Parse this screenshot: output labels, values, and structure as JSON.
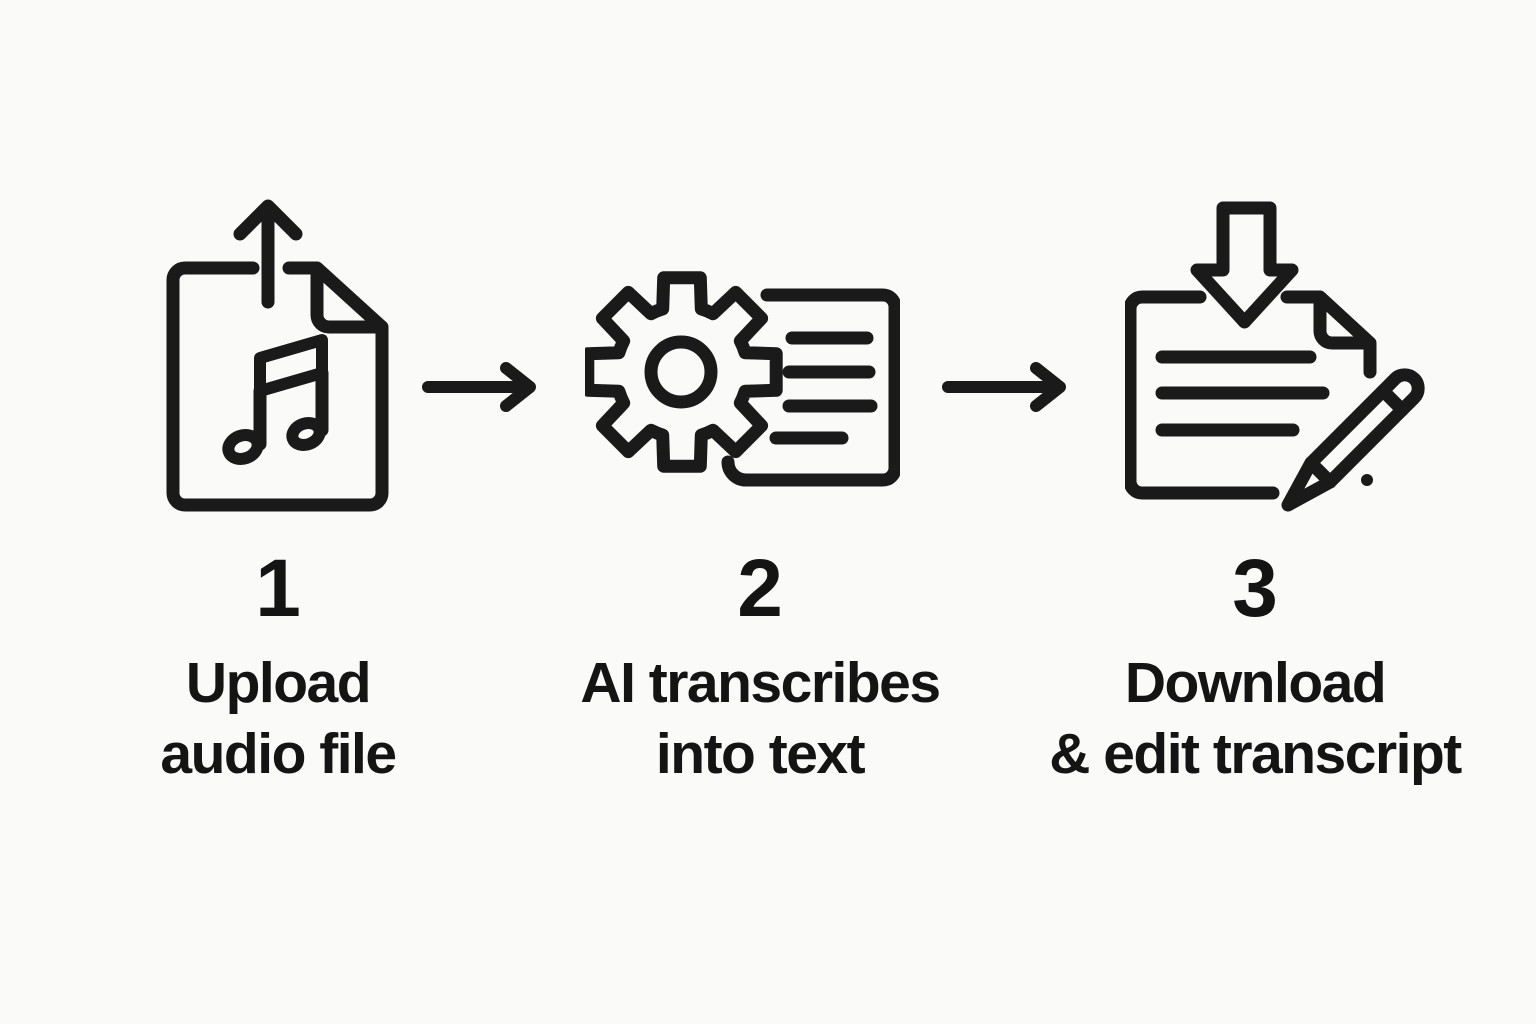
{
  "diagram_title": "",
  "colors": {
    "background": "#fafaf8",
    "ink": "#1a1a1a",
    "text": "#141414"
  },
  "steps": [
    {
      "number": "1",
      "icon": "upload-audio-file-icon",
      "label_line1": "Upload",
      "label_line2": "audio file"
    },
    {
      "number": "2",
      "icon": "ai-gear-document-icon",
      "label_line1": "AI transcribes",
      "label_line2": "into text"
    },
    {
      "number": "3",
      "icon": "download-edit-transcript-icon",
      "label_line1": "Download",
      "label_line2": "& edit transcript"
    }
  ],
  "connectors": [
    {
      "icon": "arrow-right-icon"
    },
    {
      "icon": "arrow-right-icon"
    }
  ]
}
